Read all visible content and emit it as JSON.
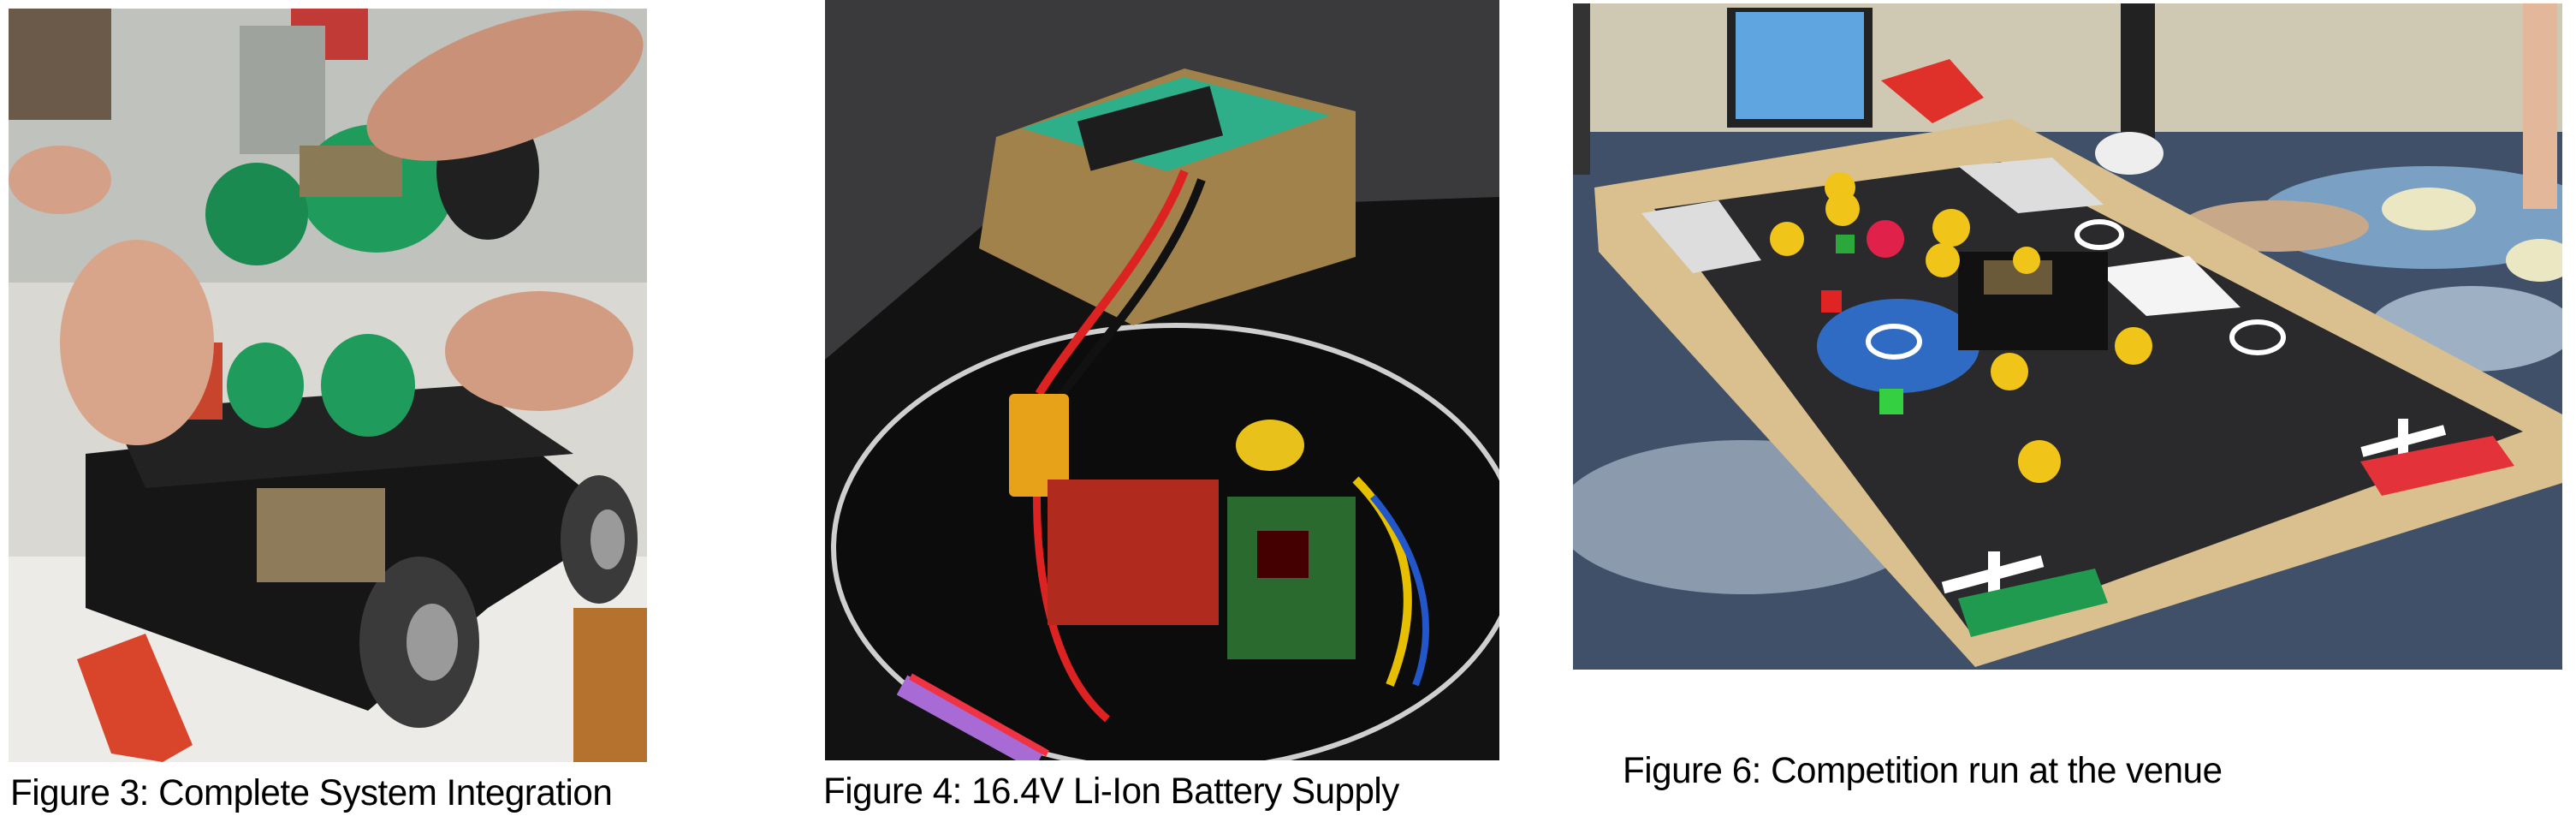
{
  "figures": [
    {
      "caption": "Figure 3: Complete System Integration"
    },
    {
      "caption": "Figure 4: 16.4V Li-Ion Battery Supply"
    },
    {
      "caption": "Figure 6: Competition run at the venue"
    }
  ]
}
